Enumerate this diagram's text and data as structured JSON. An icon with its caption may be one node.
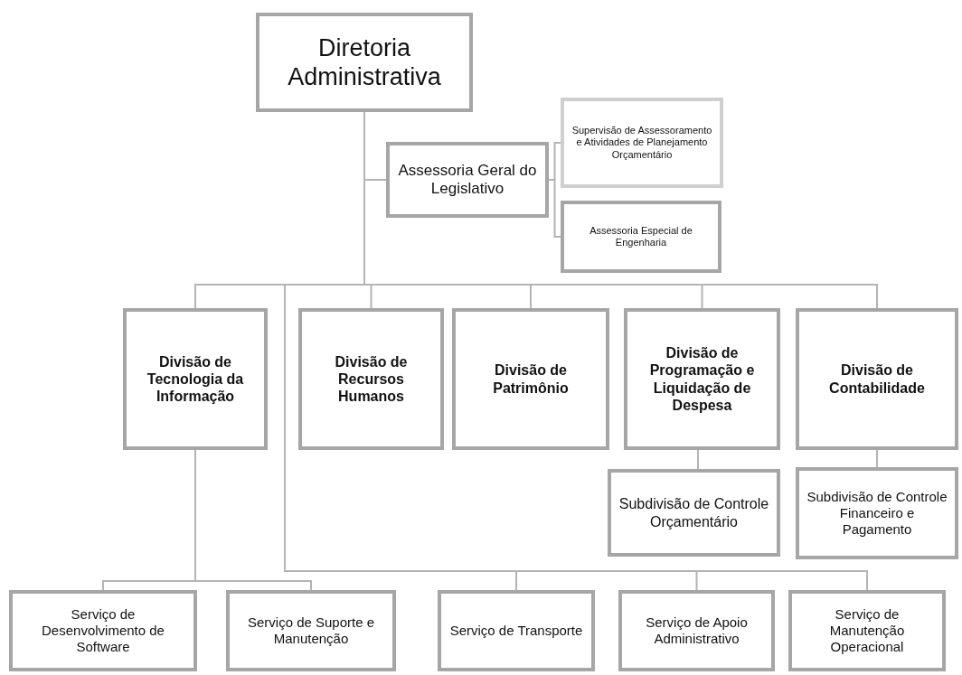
{
  "diagram": {
    "nodes": [
      {
        "text": [
          "Diretoria Administrativa"
        ]
      },
      {
        "text": [
          "Assessoria Geral do Legislativo"
        ]
      },
      {
        "text": [
          "Supervisão de Assessoramento e Atividades de Planejamento Orçamentário"
        ]
      },
      {
        "text": [
          "Assessoria Especial de Engenharia"
        ]
      },
      {
        "text": [
          "Divisão de Tecnologia da Informação"
        ]
      },
      {
        "text": [
          "Divisão de Recursos Humanos"
        ]
      },
      {
        "text": [
          "Divisão de Patrimônio"
        ]
      },
      {
        "text": [
          "Divisão de Programação e Liquidação de Despesa"
        ]
      },
      {
        "text": [
          "Divisão de Contabilidade"
        ]
      },
      {
        "text": [
          "Subdivisão de Controle Orçamentário"
        ]
      },
      {
        "text": [
          "Subdivisão de Controle Financeiro e Pagamento"
        ]
      },
      {
        "text": [
          "Serviço de Desenvolvimento de Software"
        ]
      },
      {
        "text": [
          "Serviço de Suporte e Manutenção"
        ]
      },
      {
        "text": [
          "Serviço de Transporte"
        ]
      },
      {
        "text": [
          "Serviço de Apoio Administrativo"
        ]
      },
      {
        "text": [
          "Serviço de Manutenção Operacional"
        ]
      }
    ],
    "edges": [
      {
        "from": 0,
        "to": 1,
        "arrow": "none"
      },
      {
        "from": 1,
        "to": 2,
        "arrow": "none"
      },
      {
        "from": 1,
        "to": 3,
        "arrow": "none"
      },
      {
        "from": 0,
        "to": 4,
        "arrow": "none"
      },
      {
        "from": 0,
        "to": 5,
        "arrow": "none"
      },
      {
        "from": 0,
        "to": 6,
        "arrow": "none"
      },
      {
        "from": 0,
        "to": 7,
        "arrow": "none"
      },
      {
        "from": 0,
        "to": 8,
        "arrow": "none"
      },
      {
        "from": 7,
        "to": 9,
        "arrow": "none"
      },
      {
        "from": 8,
        "to": 10,
        "arrow": "none"
      },
      {
        "from": 4,
        "to": 11,
        "arrow": "none"
      },
      {
        "from": 4,
        "to": 12,
        "arrow": "none"
      },
      {
        "from": 0,
        "to": 13,
        "arrow": "none"
      },
      {
        "from": 0,
        "to": 14,
        "arrow": "none"
      },
      {
        "from": 0,
        "to": 15,
        "arrow": "none"
      }
    ]
  }
}
